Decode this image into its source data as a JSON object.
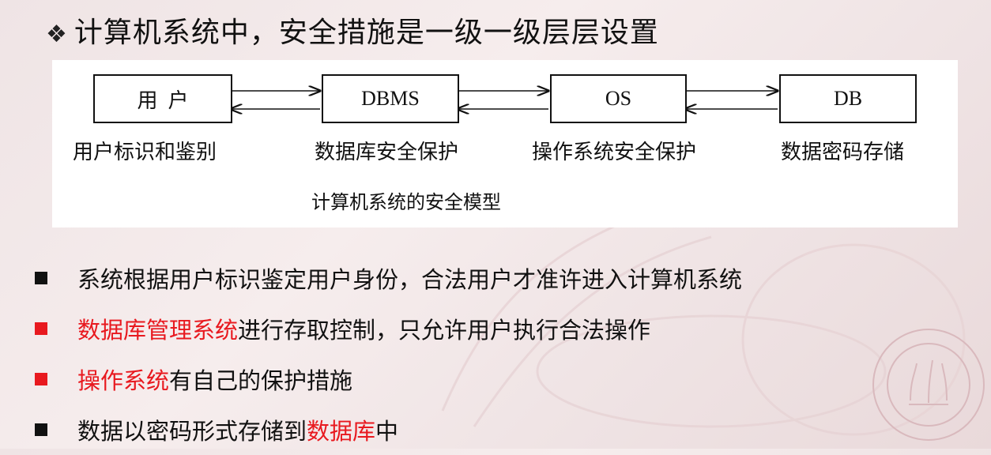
{
  "header": {
    "bullet_glyph": "❖",
    "title": "计算机系统中，安全措施是一级一级层层设置"
  },
  "diagram": {
    "boxes": [
      {
        "label": "用  户"
      },
      {
        "label": "DBMS"
      },
      {
        "label": "OS"
      },
      {
        "label": "DB"
      }
    ],
    "labels": [
      "用户标识和鉴别",
      "数据库安全保护",
      "操作系统安全保护",
      "数据密码存储"
    ],
    "caption": "计算机系统的安全模型"
  },
  "bullets": [
    {
      "marker_color": "#111111",
      "parts": [
        {
          "text": "系统根据用户标识鉴定用户身份，合法用户才准许进入计算机系统",
          "highlight": false
        }
      ]
    },
    {
      "marker_color": "#e8191f",
      "parts": [
        {
          "text": "数据库管理系统",
          "highlight": true
        },
        {
          "text": "进行存取控制，只允许用户执行合法操作",
          "highlight": false
        }
      ]
    },
    {
      "marker_color": "#e8191f",
      "parts": [
        {
          "text": "操作系统",
          "highlight": true
        },
        {
          "text": "有自己的保护措施",
          "highlight": false
        }
      ]
    },
    {
      "marker_color": "#111111",
      "parts": [
        {
          "text": "数据以密码形式存储到",
          "highlight": false
        },
        {
          "text": "数据库",
          "highlight": true
        },
        {
          "text": "中",
          "highlight": false
        }
      ]
    }
  ],
  "colors": {
    "highlight": "#e8191f",
    "text": "#111111",
    "background": "#f3e9ea"
  }
}
